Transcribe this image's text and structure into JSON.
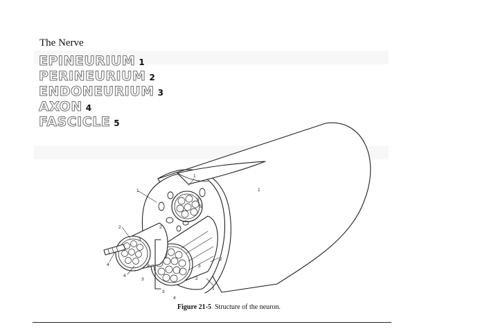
{
  "page": {
    "title": "The Nerve"
  },
  "terms": [
    {
      "word": "EPINEURIUM",
      "number": "1"
    },
    {
      "word": "PERINEURIUM",
      "number": "2"
    },
    {
      "word": "ENDONEURIUM",
      "number": "3"
    },
    {
      "word": "AXON",
      "number": "4"
    },
    {
      "word": "FASCICLE",
      "number": "5"
    }
  ],
  "figure": {
    "caption_label": "Figure 21-5",
    "caption_text": "Structure of the neuron.",
    "callouts": [
      "1",
      "1",
      "1",
      "2",
      "2",
      "2",
      "2",
      "3",
      "3",
      "3",
      "3",
      "3",
      "4",
      "4",
      "4",
      "5",
      "5",
      "1"
    ]
  }
}
